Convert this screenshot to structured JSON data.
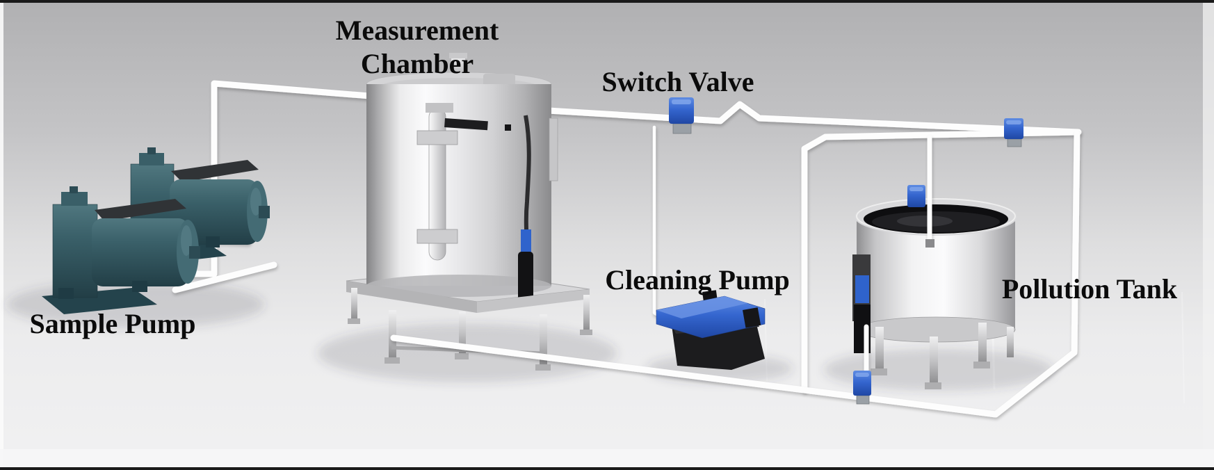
{
  "diagram": {
    "components": [
      {
        "id": "sample-pump",
        "label": "Sample Pump"
      },
      {
        "id": "measurement-chamber",
        "label": "Measurement Chamber"
      },
      {
        "id": "switch-valve",
        "label": "Switch Valve"
      },
      {
        "id": "cleaning-pump",
        "label": "Cleaning Pump"
      },
      {
        "id": "pollution-tank",
        "label": "Pollution Tank"
      }
    ],
    "valves": [
      {
        "id": "switch-valve-cube",
        "color": "blue"
      },
      {
        "id": "right-line-valve-cube",
        "color": "blue"
      },
      {
        "id": "tank-inlet-valve-cube",
        "color": "blue"
      },
      {
        "id": "tank-drain-valve-cube",
        "color": "blue"
      }
    ],
    "colors": {
      "valve_blue": "#2f63cc",
      "pump_teal": "#35595f",
      "pipe_white": "#fdfdfd",
      "label_color": "#0b0b0b",
      "bg_top": "#b0b0b2",
      "bg_bottom": "#f1f1f2"
    }
  }
}
